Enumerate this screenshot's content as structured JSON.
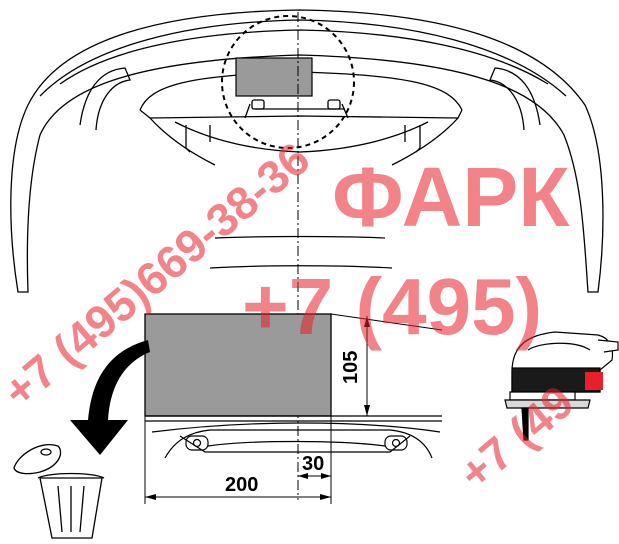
{
  "diagram": {
    "dimensions": {
      "width_cut": "200",
      "offset_from_center": "30",
      "height_cut": "105"
    }
  },
  "watermark": {
    "phone_diagonal": "+7 (495)669-38-36",
    "brand": "ФАРК",
    "phone_large": "+7 (495)",
    "phone_small": "+7 (49"
  },
  "colors": {
    "cut_area": "#9a9a9a",
    "watermark": "#e8202a",
    "line": "#000000"
  },
  "icons": [
    "trash-bin-icon",
    "curved-arrow-icon",
    "jigsaw-icon"
  ]
}
